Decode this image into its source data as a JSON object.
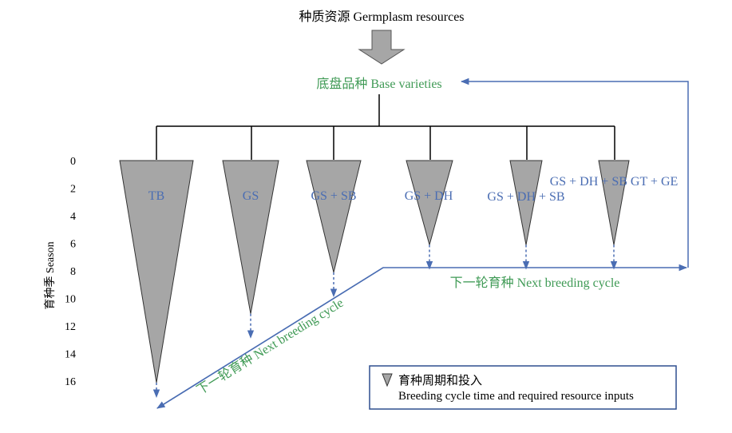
{
  "title": "种质资源 Germplasm resources",
  "base_varieties": "底盘品种 Base varieties",
  "y_axis": {
    "label": "育种季 Season",
    "ticks": [
      "0",
      "2",
      "4",
      "6",
      "8",
      "10",
      "12",
      "14",
      "16"
    ]
  },
  "methods": [
    {
      "label": "TB",
      "season_end": 16
    },
    {
      "label": "GS",
      "season_end": 11
    },
    {
      "label": "GS + SB",
      "season_end": 8
    },
    {
      "label": "GS + DH",
      "season_end": 6
    },
    {
      "label": "GS + DH + SB",
      "season_end": 6
    },
    {
      "label": "GS + DH + SB GT + GE",
      "season_end": 6
    }
  ],
  "next_cycle_diagonal": "下一轮育种 Next breeding cycle",
  "next_cycle_horizontal": "下一轮育种 Next breeding cycle",
  "legend": {
    "line1": "育种周期和投入",
    "line2": "Breeding cycle time and required resource inputs"
  },
  "colors": {
    "triangle_fill": "#a6a6a6",
    "triangle_stroke": "#333333",
    "method_text": "#4a6db3",
    "cycle_text": "#3f9a55",
    "arrow": "#4a6db3"
  }
}
